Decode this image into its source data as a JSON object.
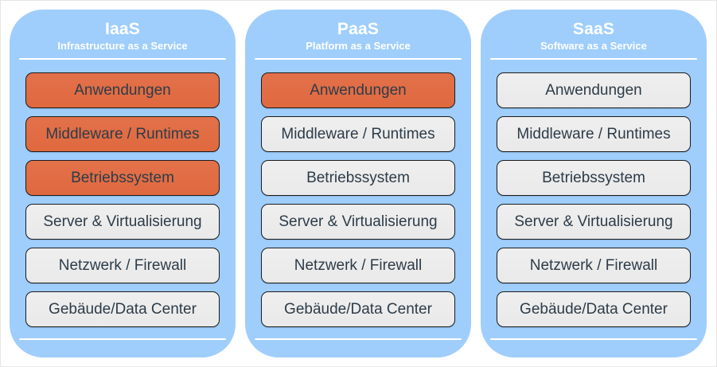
{
  "colors": {
    "column_bg": "#9fcefc",
    "highlight": "#e0693f",
    "neutral": "#e9e9e9",
    "box_border": "#1c1c1c",
    "box_text": "#2d3c49",
    "header_text": "#ffffff",
    "divider": "#ffffff",
    "page_bg": "#ffffff",
    "frame_border": "#e6e6e6"
  },
  "diagram": {
    "description": "Cloud service model layer comparison"
  },
  "columns": [
    {
      "id": "iaas",
      "title": "IaaS",
      "subtitle": "Infrastructure as a Service",
      "layers": [
        {
          "label": "Anwendungen",
          "highlighted": true
        },
        {
          "label": "Middleware / Runtimes",
          "highlighted": true
        },
        {
          "label": "Betriebssystem",
          "highlighted": true
        },
        {
          "label": "Server & Virtualisierung",
          "highlighted": false
        },
        {
          "label": "Netzwerk / Firewall",
          "highlighted": false
        },
        {
          "label": "Gebäude/Data Center",
          "highlighted": false
        }
      ]
    },
    {
      "id": "paas",
      "title": "PaaS",
      "subtitle": "Platform as a Service",
      "layers": [
        {
          "label": "Anwendungen",
          "highlighted": true
        },
        {
          "label": "Middleware / Runtimes",
          "highlighted": false
        },
        {
          "label": "Betriebssystem",
          "highlighted": false
        },
        {
          "label": "Server & Virtualisierung",
          "highlighted": false
        },
        {
          "label": "Netzwerk / Firewall",
          "highlighted": false
        },
        {
          "label": "Gebäude/Data Center",
          "highlighted": false
        }
      ]
    },
    {
      "id": "saas",
      "title": "SaaS",
      "subtitle": "Software as a Service",
      "layers": [
        {
          "label": "Anwendungen",
          "highlighted": false
        },
        {
          "label": "Middleware / Runtimes",
          "highlighted": false
        },
        {
          "label": "Betriebssystem",
          "highlighted": false
        },
        {
          "label": "Server & Virtualisierung",
          "highlighted": false
        },
        {
          "label": "Netzwerk / Firewall",
          "highlighted": false
        },
        {
          "label": "Gebäude/Data Center",
          "highlighted": false
        }
      ]
    }
  ]
}
